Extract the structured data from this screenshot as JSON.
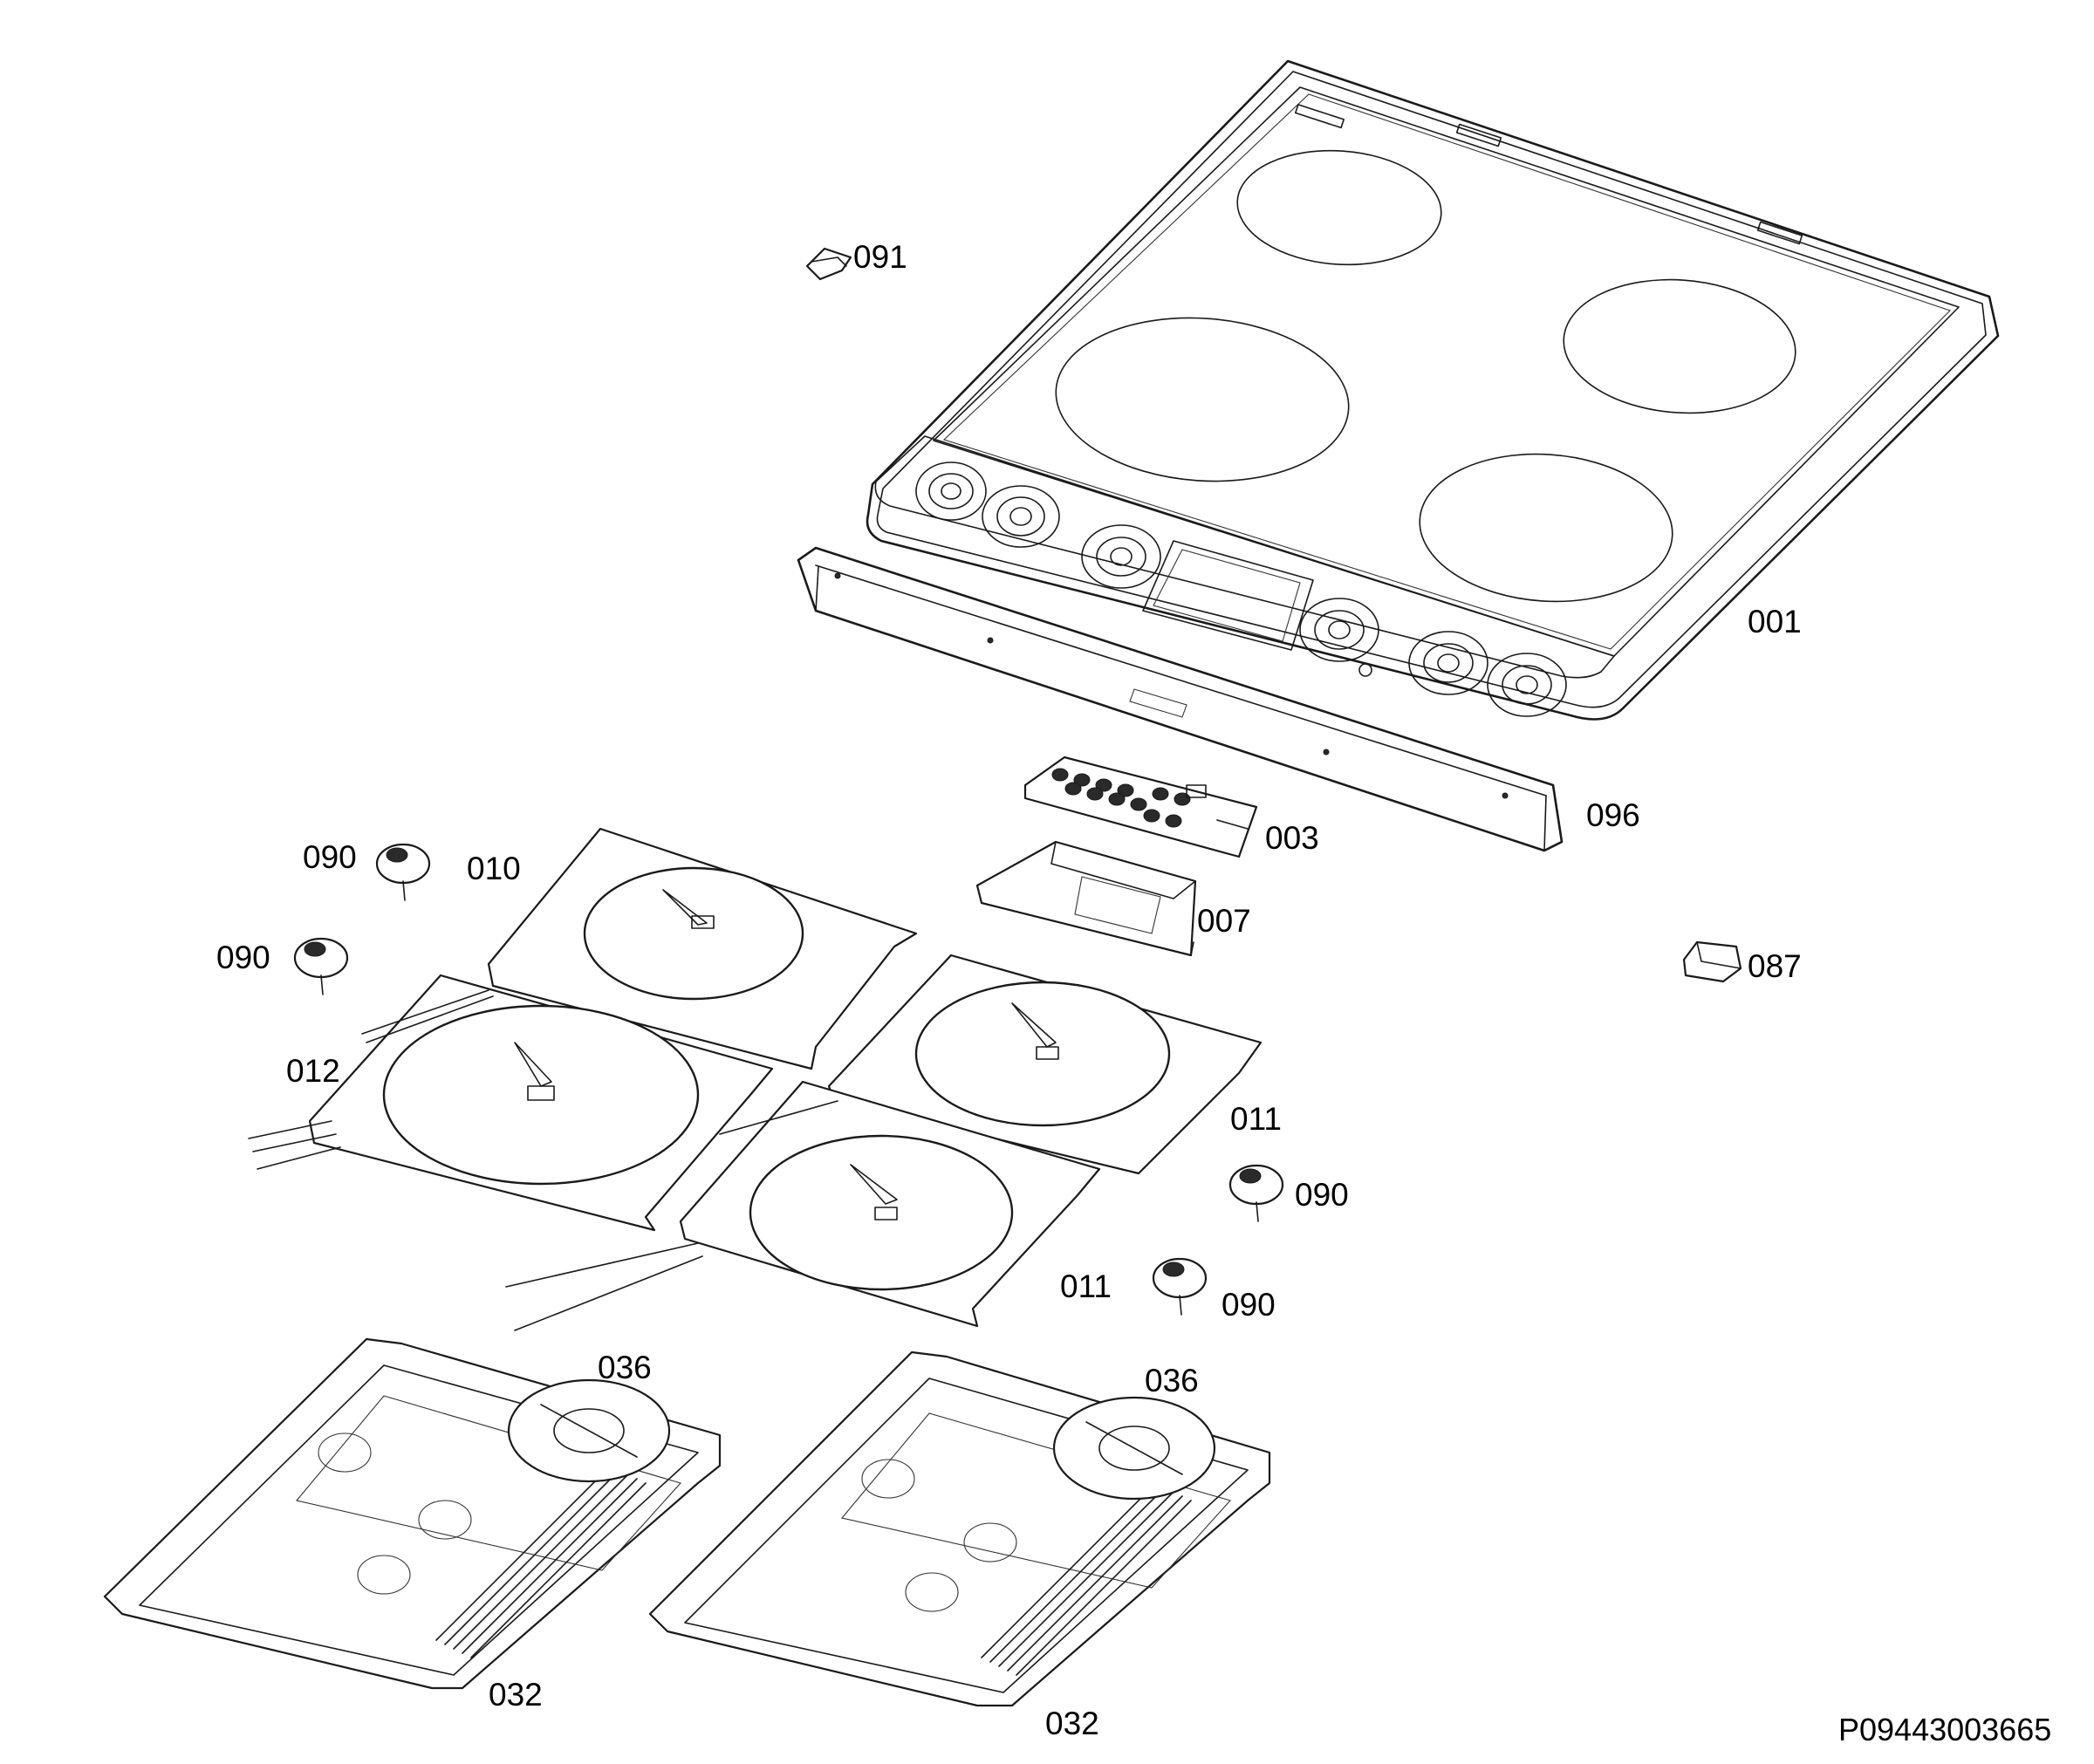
{
  "diagram": {
    "drawing_code": "P09443003665",
    "parts": {
      "p001": "001",
      "p003": "003",
      "p007": "007",
      "p010": "010",
      "p011a": "011",
      "p011b": "011",
      "p012": "012",
      "p032a": "032",
      "p032b": "032",
      "p036a": "036",
      "p036b": "036",
      "p087": "087",
      "p090a": "090",
      "p090b": "090",
      "p090c": "090",
      "p090d": "090",
      "p091": "091",
      "p096": "096"
    }
  }
}
